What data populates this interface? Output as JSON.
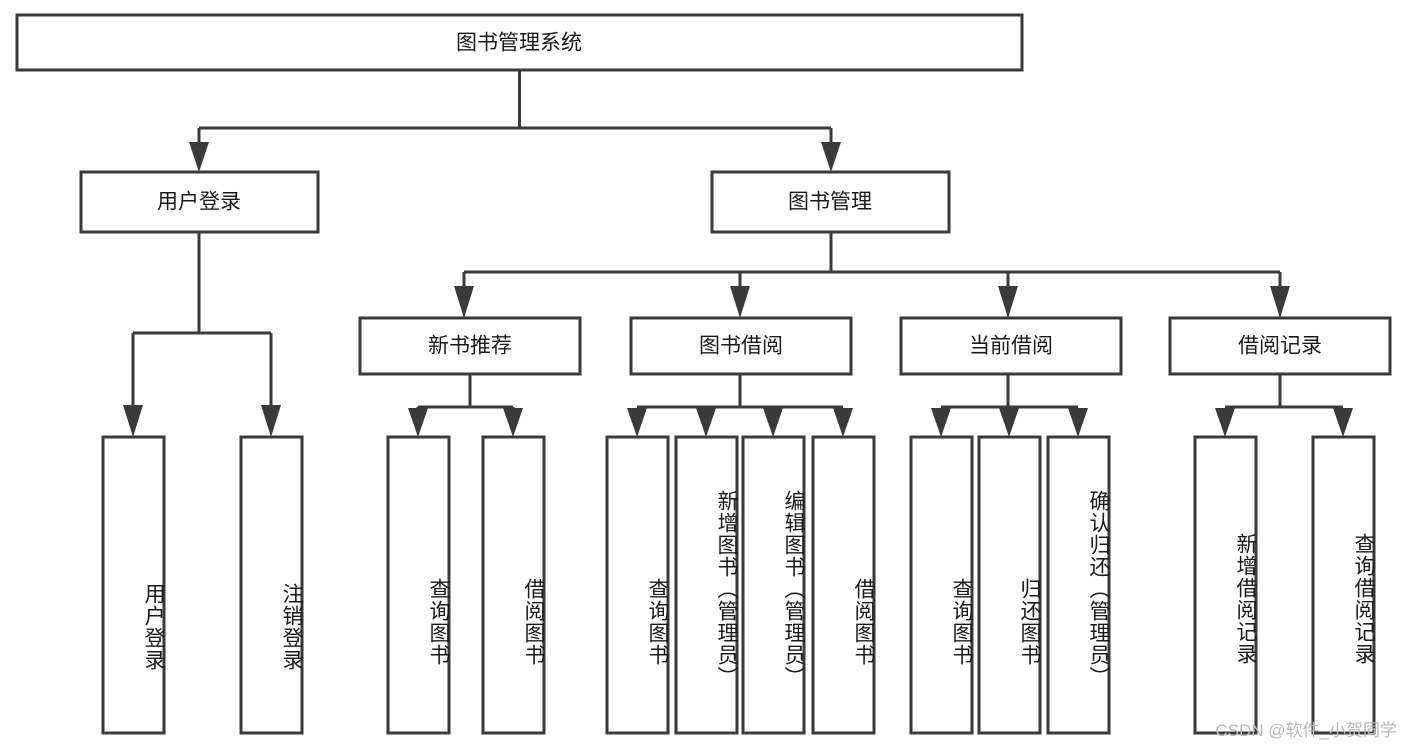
{
  "diagram": {
    "title": "图书管理系统",
    "type": "tree-hierarchy",
    "root": {
      "label": "图书管理系统"
    },
    "level1": [
      {
        "label": "用户登录"
      },
      {
        "label": "图书管理"
      }
    ],
    "level2": [
      {
        "label": "新书推荐"
      },
      {
        "label": "图书借阅"
      },
      {
        "label": "当前借阅"
      },
      {
        "label": "借阅记录"
      }
    ],
    "leaves": {
      "user_login": [
        {
          "label": "用户登录"
        },
        {
          "label": "注销登录"
        }
      ],
      "new_book_recommend": [
        {
          "label": "查询图书"
        },
        {
          "label": "借阅图书"
        }
      ],
      "book_borrow": [
        {
          "label": "查询图书"
        },
        {
          "label": "新增图书（管理员）"
        },
        {
          "label": "编辑图书（管理员）"
        },
        {
          "label": "借阅图书"
        }
      ],
      "current_borrow": [
        {
          "label": "查询图书"
        },
        {
          "label": "归还图书"
        },
        {
          "label": "确认归还（管理员）"
        }
      ],
      "borrow_record": [
        {
          "label": "新增借阅记录"
        },
        {
          "label": "查询借阅记录"
        }
      ]
    }
  },
  "watermark": {
    "text": "CSDN @软件_小贺同学"
  },
  "colors": {
    "stroke": "#3a3a3a",
    "fill": "#ffffff",
    "text": "#1a1a1a",
    "watermark": "#b8b8b8"
  }
}
